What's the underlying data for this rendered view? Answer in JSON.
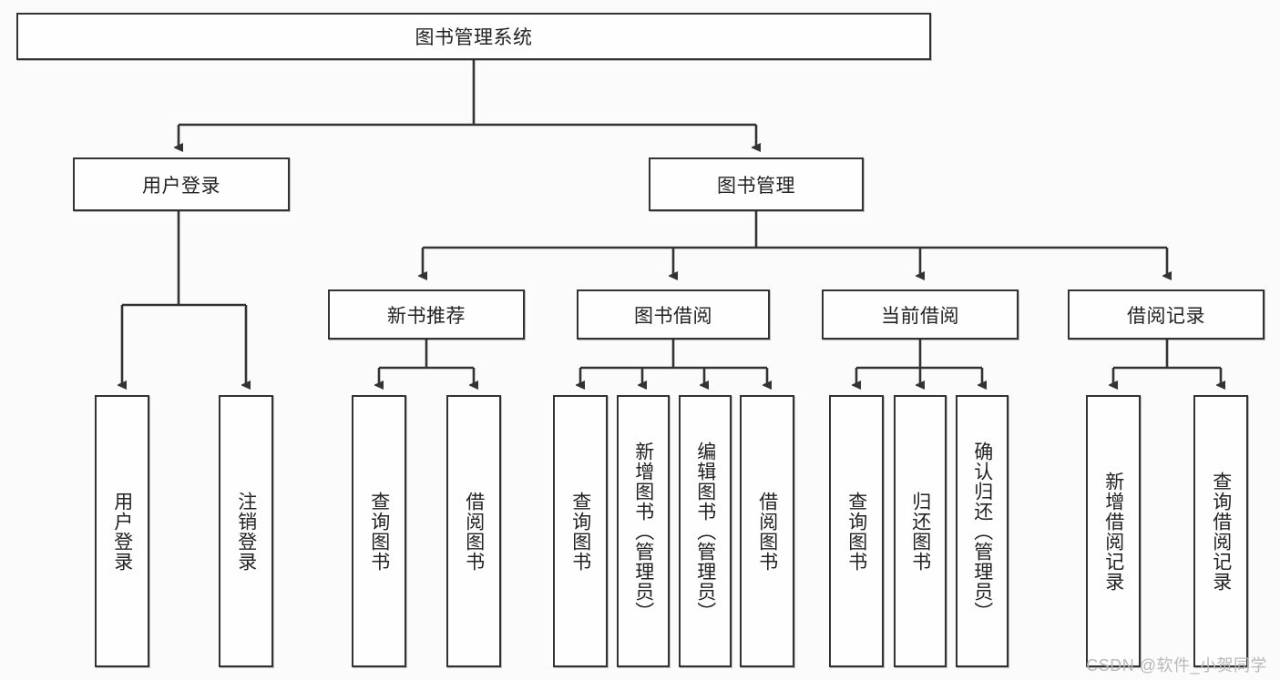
{
  "diagram": {
    "title": "图书管理系统",
    "type": "tree",
    "watermark": "CSDN @软件_小贺同学",
    "colors": {
      "stroke": "#333333",
      "fill": "#fefefe",
      "background": "#fbfbfb",
      "text": "#222222",
      "watermark": "#b9b9b9"
    },
    "nodes": {
      "root": {
        "label": "图书管理系统",
        "level": 1
      },
      "level2": [
        {
          "id": "user-login",
          "label": "用户登录"
        },
        {
          "id": "book-manage",
          "label": "图书管理"
        }
      ],
      "level3": [
        {
          "id": "new-book-recommend",
          "label": "新书推荐"
        },
        {
          "id": "book-borrow",
          "label": "图书借阅"
        },
        {
          "id": "current-borrow",
          "label": "当前借阅"
        },
        {
          "id": "borrow-record",
          "label": "借阅记录"
        }
      ],
      "leaves": {
        "user-login": [
          {
            "id": "leaf-user-login",
            "label": "用户登录"
          },
          {
            "id": "leaf-user-logout",
            "label": "注销登录"
          }
        ],
        "new-book-recommend": [
          {
            "id": "leaf-query-book-1",
            "label": "查询图书"
          },
          {
            "id": "leaf-borrow-book-1",
            "label": "借阅图书"
          }
        ],
        "book-borrow": [
          {
            "id": "leaf-query-book-2",
            "label": "查询图书"
          },
          {
            "id": "leaf-add-book",
            "label": "新增图书（管理员）"
          },
          {
            "id": "leaf-edit-book",
            "label": "编辑图书（管理员）"
          },
          {
            "id": "leaf-borrow-book-2",
            "label": "借阅图书"
          }
        ],
        "current-borrow": [
          {
            "id": "leaf-query-book-3",
            "label": "查询图书"
          },
          {
            "id": "leaf-return-book",
            "label": "归还图书"
          },
          {
            "id": "leaf-confirm-return",
            "label": "确认归还（管理员）"
          }
        ],
        "borrow-record": [
          {
            "id": "leaf-add-record",
            "label": "新增借阅记录"
          },
          {
            "id": "leaf-query-record",
            "label": "查询借阅记录"
          }
        ]
      }
    }
  }
}
